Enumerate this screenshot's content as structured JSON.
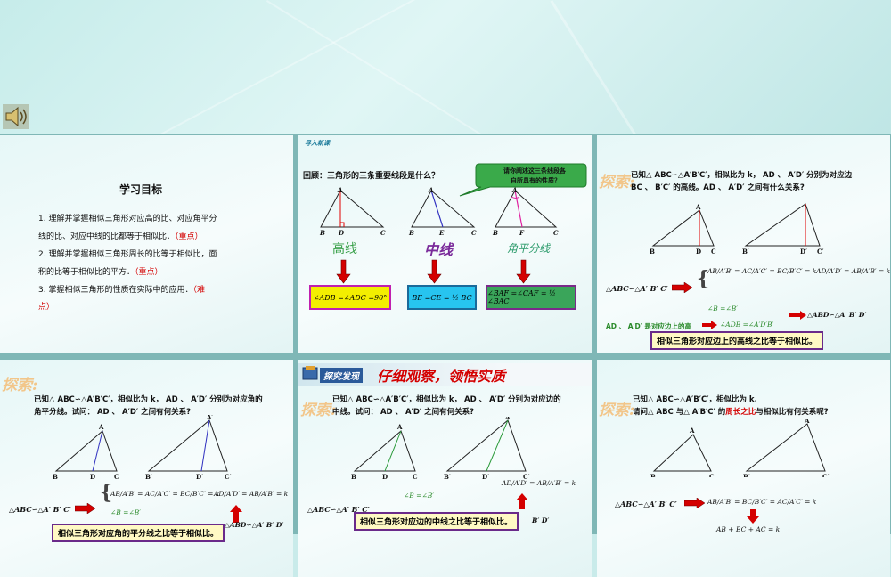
{
  "slide1": {
    "title": "学习目标",
    "line1": "1. 理解并掌握相似三角形对应高的比、对应角平分",
    "line2a": "线的比、对应中线的比都等于相似比．",
    "line2b": "（重点）",
    "line3": "2. 理解并掌握相似三角形周长的比等于相似比，面",
    "line4a": "积的比等于相似比的平方．",
    "line4b": "（重点）",
    "line5a": "3. 掌握相似三角形的性质在实际中的应用．",
    "line5b": "（难",
    "line6": "点）"
  },
  "slide2": {
    "header": "导入新课",
    "question": "回顾：三角形的三条重要线段是什么？",
    "bubble_line1": "请你阐述这三条线段各",
    "bubble_line2": "自所具有的性质？",
    "label_gaoxian": "高线",
    "label_zhongxian": "中线",
    "label_jiaofen": "角平分线",
    "box1": "∠ADB =∠ADC =90°",
    "box2": "BE =CE = ½ BC",
    "box3": "∠BAF =∠CAF = ½ ∠BAC",
    "vertex_A": "A",
    "vertex_B": "B",
    "vertex_C": "C",
    "vertex_D": "D",
    "vertex_E": "E",
    "vertex_F": "F",
    "colors": {
      "box1_bg": "#f3ee00",
      "box1_border": "#c020b0",
      "box2_bg": "#27c4ef",
      "box3_bg": "#3aa55a",
      "box3_border": "#7a2a8a",
      "arrow": "#d40000"
    }
  },
  "slide3": {
    "tag": "探索:",
    "line1": "已知△ ABC∽△A′B′C′，相似比为 k， AD 、 A′D′ 分别为对应边",
    "line2": "BC 、 B′C′ 的高线。AD 、 A′D′ 之间有什么关系?",
    "similar": "△ABC∽△A′ B′ C′",
    "ratio": "AB/A′B′ = AC/A′C′ = BC/B′C′ = k",
    "angle": "∠B =∠B′",
    "right": "∠ADB =∠A′D′B′",
    "result": "△ABD∽△A′ B′ D′",
    "ratio2": "AD/A′D′ = AB/A′B′ = k",
    "conclusion_pre": "AD 、 A′D′ 是对应边上的高",
    "conclusion": "相似三角形对应边上的高线之比等于相似比。"
  },
  "slide4": {
    "tag": "探索:",
    "line1": "已知△ ABC∽△A′B′C′，相似比为 k， AD 、 A′D′ 分别为对应角的",
    "line2": "角平分线。试问： AD 、 A′D′ 之间有何关系?",
    "similar": "△ABC∽△A′ B′ C′",
    "ratio": "AB/A′B′ = AC/A′C′ = BC/B′C′ = k",
    "angle": "∠B =∠B′",
    "ratio2": "AD/A′D′ = AB/A′B′ = k",
    "result": "△ABD∽△A′ B′ D′",
    "conclusion": "相似三角形对应角的平分线之比等于相似比。"
  },
  "slide5": {
    "banner": "探究发现",
    "headline": "仔细观察，领悟实质",
    "tag": "探索:",
    "line1": "已知△ ABC∽△A′B′C′，相似比为 k， AD 、 A′D′ 分别为对应边的",
    "line2": "中线。试问： AD 、 A′D′ 之间有何关系?",
    "similar": "△ABC∽△A′ B′ C′",
    "angle": "∠B =∠B′",
    "ratio2": "AD/A′D′ = AB/A′B′ = k",
    "result": "B′ D′",
    "conclusion": "相似三角形对应边的中线之比等于相似比。"
  },
  "slide6": {
    "tag": "探索:",
    "line1": "已知△ ABC∽△A′B′C′，相似比为 k.",
    "line2a": "请问△ ABC 与△ A′B′C′ 的",
    "line2b": "周长之比",
    "line2c": "与相似比有何关系呢?",
    "similar": "△ABC∽△A′ B′ C′",
    "ratio": "AB/A′B′ = BC/B′C′ = AC/A′C′ = k",
    "perimeter": "AB + BC + AC = k"
  }
}
